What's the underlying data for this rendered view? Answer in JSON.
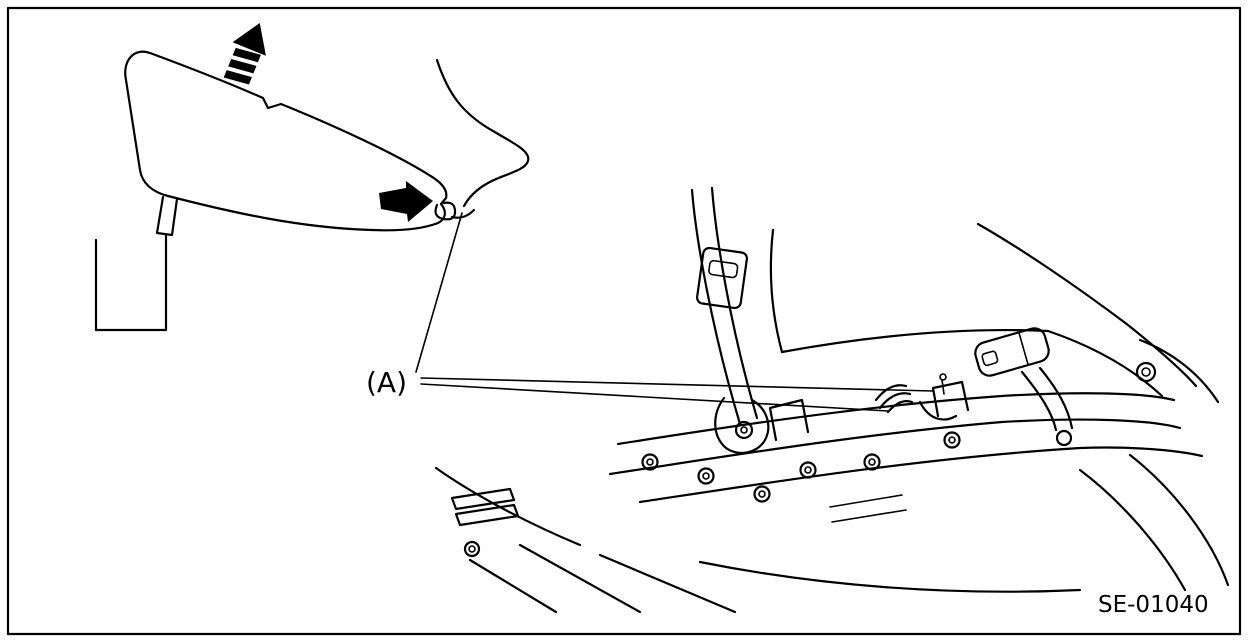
{
  "figure": {
    "part_label": "(A)",
    "figure_code": "SE-01040"
  },
  "colors": {
    "ink": "#000000",
    "paper": "#ffffff"
  },
  "icons": {
    "lift_arrow": "striped-up-arrow",
    "push_arrow": "solid-right-arrow"
  }
}
